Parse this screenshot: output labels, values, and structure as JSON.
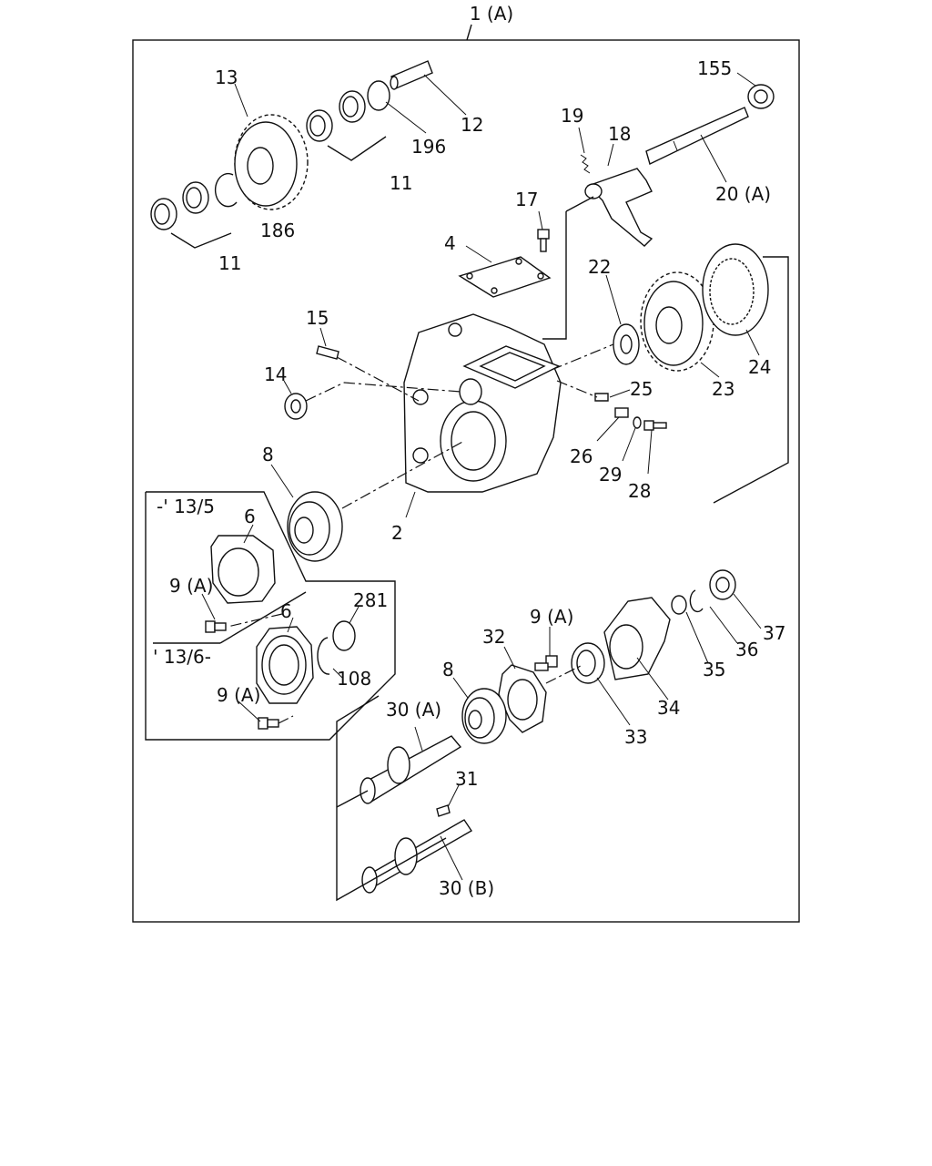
{
  "diagram": {
    "assembly_label": "1 (A)",
    "part_labels": {
      "p155": "155",
      "p13": "13",
      "p12": "12",
      "p196": "196",
      "p19": "19",
      "p18": "18",
      "p11a": "11",
      "p11b": "11",
      "p186": "186",
      "p17": "17",
      "p20a": "20 (A)",
      "p4": "4",
      "p22": "22",
      "p15": "15",
      "p14": "14",
      "p24": "24",
      "p25": "25",
      "p23": "23",
      "p8a": "8",
      "p26": "26",
      "p29": "29",
      "p28": "28",
      "p6a": "6",
      "p2": "2",
      "p9a1": "9 (A)",
      "p281": "281",
      "p6b": "6",
      "p108": "108",
      "p9a2": "9 (A)",
      "p9a3": "9 (A)",
      "p32": "32",
      "p37": "37",
      "p36": "36",
      "p35": "35",
      "p8b": "8",
      "p30a": "30 (A)",
      "p34": "34",
      "p33": "33",
      "p31": "31",
      "p30b": "30 (B)"
    },
    "variant_labels": {
      "upto": "-' 13/5",
      "from": "' 13/6-"
    }
  }
}
